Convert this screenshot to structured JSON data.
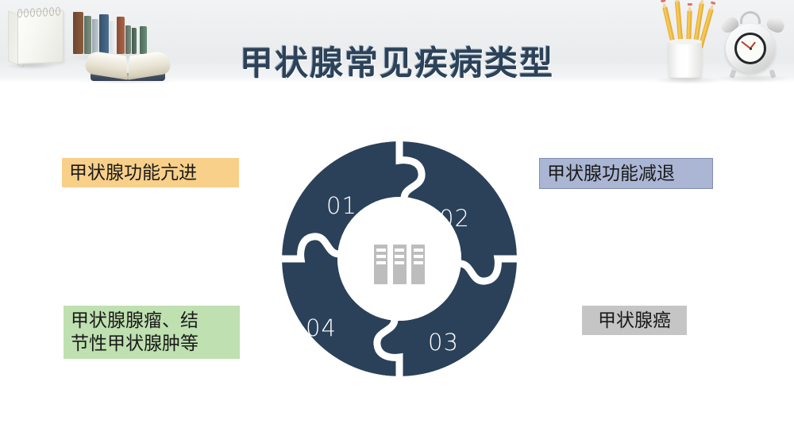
{
  "slide": {
    "title": "甲状腺常见疾病类型",
    "background_color": "#ffffff",
    "header_band_color": "#eceef0",
    "title_color": "#2c4259"
  },
  "header_props": [
    {
      "name": "spiral-notepad"
    },
    {
      "name": "books-row"
    },
    {
      "name": "open-book"
    },
    {
      "name": "pencil-cup"
    },
    {
      "name": "alarm-clock"
    }
  ],
  "diagram": {
    "type": "puzzle-donut",
    "ring_color": "#2b4159",
    "separator_color": "#ffffff",
    "segments": [
      {
        "number": "01",
        "position": "top-left"
      },
      {
        "number": "02",
        "position": "top-right"
      },
      {
        "number": "03",
        "position": "bottom-right"
      },
      {
        "number": "04",
        "position": "bottom-left"
      }
    ],
    "center_icon": "striped-columns-icon",
    "center_icon_color": "#bdbdbd"
  },
  "callouts": [
    {
      "id": "hyperthyroidism",
      "text": "甲状腺功能亢进",
      "background": "#f8d08a",
      "linked_segment": "01"
    },
    {
      "id": "hypothyroidism",
      "text": "甲状腺功能减退",
      "background": "#aab6d4",
      "linked_segment": "02"
    },
    {
      "id": "adenoma-goiter",
      "text": "甲状腺腺瘤、结\n节性甲状腺肿等",
      "background": "#bfe0b0",
      "linked_segment": "04"
    },
    {
      "id": "thyroid-cancer",
      "text": "甲状腺癌",
      "background": "#c5c5c5",
      "linked_segment": "03"
    }
  ]
}
